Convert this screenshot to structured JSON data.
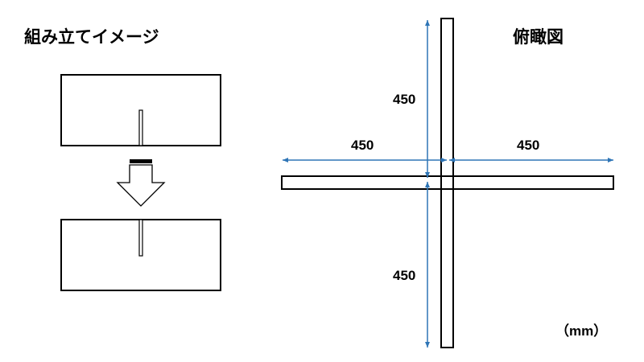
{
  "left_panel": {
    "title": "組み立てイメージ"
  },
  "right_panel": {
    "title": "俯瞰図",
    "dimensions": {
      "top_vertical": "450",
      "left_horizontal": "450",
      "right_horizontal": "450",
      "bottom_vertical": "450"
    },
    "unit": "（mm）"
  },
  "colors": {
    "dimension_line": "#2e75b6",
    "outline": "#000000"
  }
}
